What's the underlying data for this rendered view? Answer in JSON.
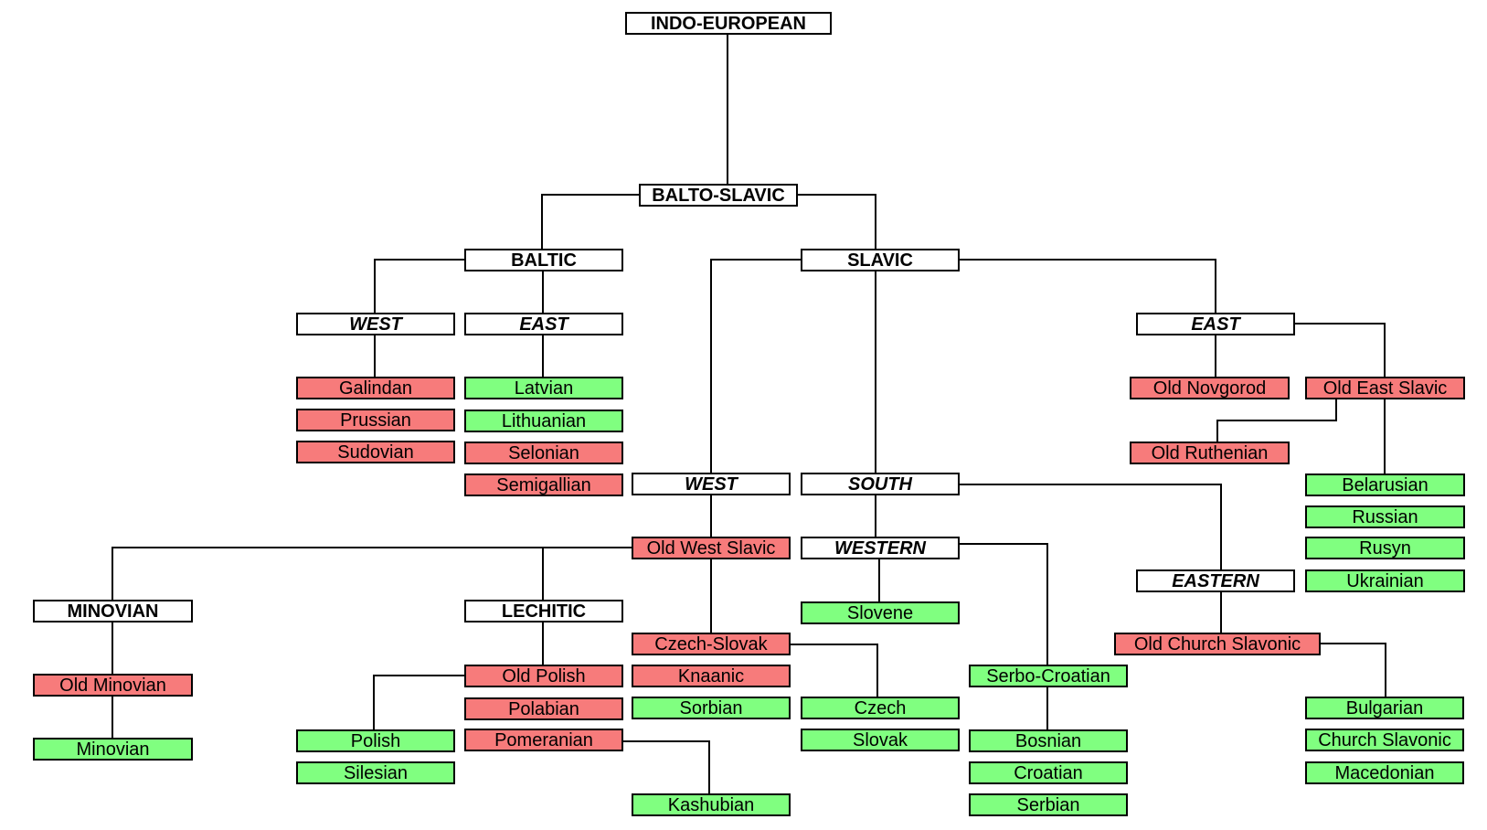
{
  "colors": {
    "group": "#ffffff",
    "extinct": "#f77b7b",
    "living": "#80ff80",
    "line": "#000000"
  },
  "nodes": {
    "indo_european": "INDO-EUROPEAN",
    "balto_slavic": "BALTO-SLAVIC",
    "baltic": "BALTIC",
    "slavic": "SLAVIC",
    "baltic_west": "WEST",
    "baltic_east": "EAST",
    "galindan": "Galindan",
    "prussian": "Prussian",
    "sudovian": "Sudovian",
    "latvian": "Latvian",
    "lithuanian": "Lithuanian",
    "selonian": "Selonian",
    "semigallian": "Semigallian",
    "slavic_west": "WEST",
    "slavic_south": "SOUTH",
    "slavic_east": "EAST",
    "old_novgorod": "Old Novgorod",
    "old_east_slavic": "Old East Slavic",
    "old_ruthenian": "Old Ruthenian",
    "belarusian": "Belarusian",
    "russian": "Russian",
    "rusyn": "Rusyn",
    "ukrainian": "Ukrainian",
    "old_west_slavic": "Old West Slavic",
    "minovian_group": "MINOVIAN",
    "lechitic": "LECHITIC",
    "old_minovian": "Old Minovian",
    "minovian": "Minovian",
    "old_polish": "Old Polish",
    "polabian": "Polabian",
    "pomeranian": "Pomeranian",
    "polish": "Polish",
    "silesian": "Silesian",
    "kashubian": "Kashubian",
    "czech_slovak": "Czech-Slovak",
    "knaanic": "Knaanic",
    "sorbian": "Sorbian",
    "czech": "Czech",
    "slovak": "Slovak",
    "western": "WESTERN",
    "slovene": "Slovene",
    "serbo_croatian": "Serbo-Croatian",
    "bosnian": "Bosnian",
    "croatian": "Croatian",
    "serbian": "Serbian",
    "eastern": "EASTERN",
    "old_church_slavonic": "Old Church Slavonic",
    "bulgarian": "Bulgarian",
    "church_slavonic": "Church Slavonic",
    "macedonian": "Macedonian"
  }
}
